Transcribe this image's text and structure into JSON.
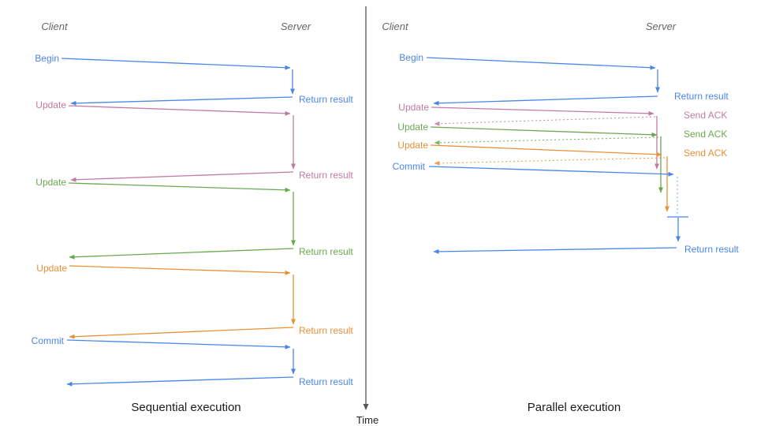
{
  "sequential": {
    "title": "Sequential execution",
    "client": "Client",
    "server": "Server",
    "messages": [
      {
        "label": "Begin",
        "response": "Return result",
        "color": "#4A86E8"
      },
      {
        "label": "Update",
        "response": "Return result",
        "color": "#C27BA0"
      },
      {
        "label": "Update",
        "response": "Return result",
        "color": "#6AA84F"
      },
      {
        "label": "Update",
        "response": "Return result",
        "color": "#E69138"
      },
      {
        "label": "Commit",
        "response": "Return result",
        "color": "#4A86E8"
      }
    ]
  },
  "parallel": {
    "title": "Parallel execution",
    "client": "Client",
    "server": "Server",
    "messages": [
      {
        "label": "Begin",
        "response": "Return result",
        "color": "#4A86E8"
      },
      {
        "label": "Update",
        "response": "Send ACK",
        "color": "#C27BA0"
      },
      {
        "label": "Update",
        "response": "Send ACK",
        "color": "#6AA84F"
      },
      {
        "label": "Update",
        "response": "Send ACK",
        "color": "#E69138"
      },
      {
        "label": "Commit",
        "response": "Return result",
        "color": "#4A86E8"
      }
    ]
  },
  "time_axis": {
    "label": "Time"
  },
  "colors": {
    "blue": "#4A86E8",
    "pink": "#C27BA0",
    "green": "#6AA84F",
    "orange": "#E69138",
    "axis": "#555"
  }
}
